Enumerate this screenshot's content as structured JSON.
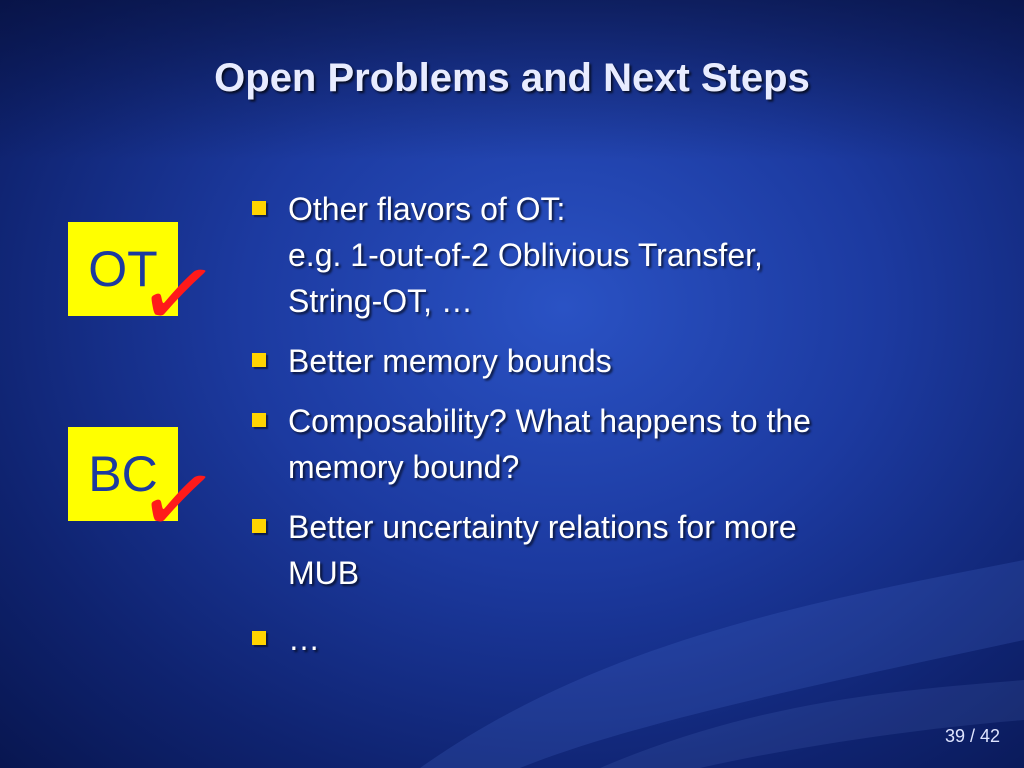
{
  "slide": {
    "title": "Open Problems and Next Steps",
    "badges": [
      {
        "label": "OT",
        "checkmark": "✓",
        "check_color": "#ff1a1a",
        "bg_color": "#ffff00"
      },
      {
        "label": "BC",
        "checkmark": "✓",
        "check_color": "#ff1a1a",
        "bg_color": "#ffff00"
      }
    ],
    "bullets": [
      {
        "lines": [
          "Other flavors of OT:",
          "e.g. 1-out-of-2 Oblivious Transfer,",
          "String-OT, …"
        ]
      },
      {
        "lines": [
          "Better memory bounds"
        ]
      },
      {
        "lines": [
          "Composability? What happens to the",
          "memory bound?"
        ]
      },
      {
        "lines": [
          "Better uncertainty relations for more",
          "MUB"
        ]
      },
      {
        "lines": [
          "…"
        ]
      }
    ],
    "page_number": "39 / 42"
  },
  "colors": {
    "background": "#1c3aa0",
    "bullet_marker": "#ffd400",
    "text": "#ffffff"
  }
}
